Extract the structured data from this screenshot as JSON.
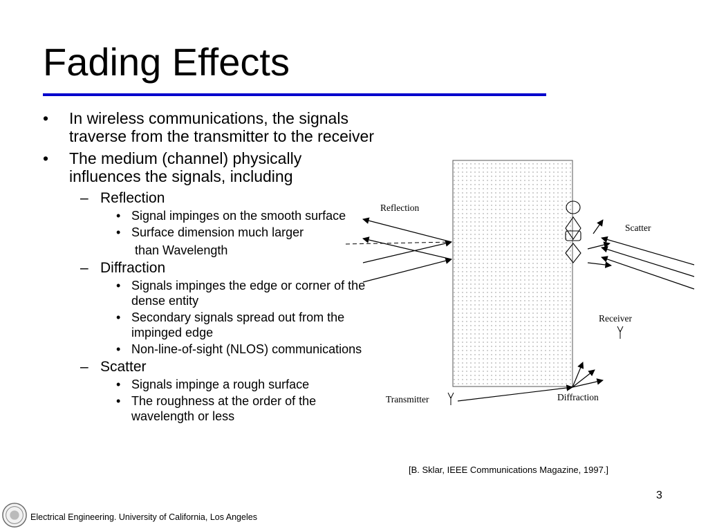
{
  "slide": {
    "title": "Fading Effects",
    "page_number": "3",
    "footer": "Electrical Engineering. University of California, Los Angeles",
    "citation": "[B. Sklar, IEEE Communications Magazine, 1997.]"
  },
  "bullets": {
    "b1": "In wireless communications, the signals traverse from the transmitter to the receiver",
    "b2": "The medium (channel) physically influences the signals, including",
    "reflection": {
      "label": "Reflection",
      "s1": "Signal impinges on the smooth surface",
      "s2": "Surface dimension much larger",
      "s2_cont": "than Wavelength"
    },
    "diffraction": {
      "label": "Diffraction",
      "s1": "Signals impinges the edge or corner of the dense entity",
      "s2": "Secondary signals spread out from the impinged edge",
      "s3": "Non-line-of-sight (NLOS) communications"
    },
    "scatter": {
      "label": "Scatter",
      "s1": "Signals impinge a rough surface",
      "s2": "The roughness at the order of the wavelength or less"
    },
    "marks": {
      "l1": "•",
      "l2": "–",
      "l3": "•"
    }
  },
  "figure": {
    "reflection_label": "Reflection",
    "scatter_label": "Scatter",
    "receiver_label": "Receiver",
    "transmitter_label": "Transmitter",
    "diffraction_label": "Diffraction"
  },
  "colors": {
    "title_rule": "#0000cc"
  }
}
